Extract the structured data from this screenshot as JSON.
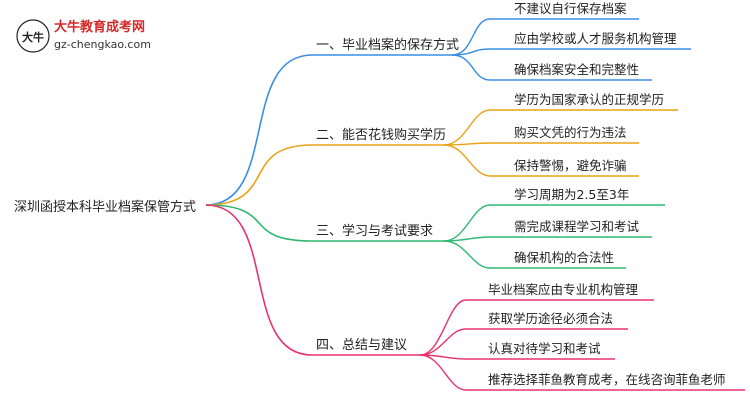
{
  "logo": {
    "name": "大牛教育成考网",
    "url": "gz-chengkao.com",
    "mark_text": "大牛"
  },
  "root": {
    "label": "深圳函授本科毕业档案保管方式"
  },
  "branches": [
    {
      "label": "一、毕业档案的保存方式",
      "color": "#3a8ee6",
      "children": [
        "不建议自行保存档案",
        "应由学校或人才服务机构管理",
        "确保档案安全和完整性"
      ]
    },
    {
      "label": "二、能否花钱购买学历",
      "color": "#e8a317",
      "children": [
        "学历为国家承认的正规学历",
        "购买文凭的行为违法",
        "保持警惕，避免诈骗"
      ]
    },
    {
      "label": "三、学习与考试要求",
      "color": "#2eb872",
      "children": [
        "学习周期为2.5至3年",
        "需完成课程学习和考试",
        "确保机构的合法性"
      ]
    },
    {
      "label": "四、总结与建议",
      "color": "#e8336d",
      "children": [
        "毕业档案应由专业机构管理",
        "获取学历途径必须合法",
        "认真对待学习和考试",
        "推荐选择菲鱼教育成考，在线咨询菲鱼老师"
      ]
    }
  ]
}
